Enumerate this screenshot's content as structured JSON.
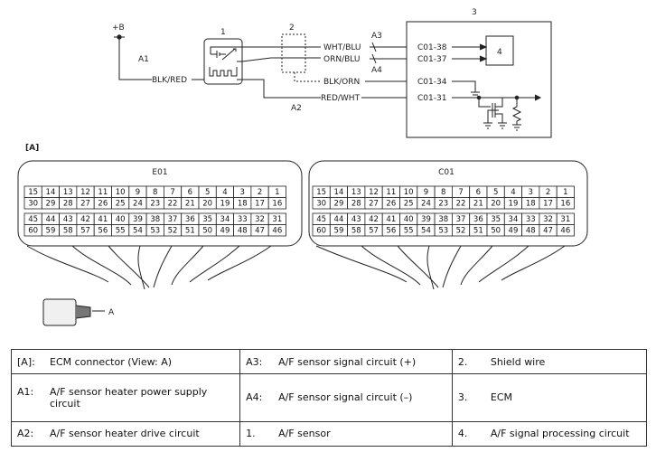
{
  "diagram": {
    "b_plus": "+B",
    "labels": {
      "a1": "A1",
      "a2": "A2",
      "a3": "A3",
      "a4": "A4",
      "c1": "1",
      "c2": "2",
      "c3": "3",
      "c4": "4"
    },
    "wires": {
      "blk_red": "BLK/RED",
      "wht_blu": "WHT/BLU",
      "orn_blu": "ORN/BLU",
      "blk_orn": "BLK/ORN",
      "red_wht": "RED/WHT"
    },
    "terminals": {
      "t38": "C01-38",
      "t37": "C01-37",
      "t34": "C01-34",
      "t31": "C01-31"
    },
    "connector_section": "[A]",
    "view_label": "A",
    "connectors": [
      {
        "name": "E01",
        "rows": [
          [
            "15",
            "14",
            "13",
            "12",
            "11",
            "10",
            "9",
            "8",
            "7",
            "6",
            "5",
            "4",
            "3",
            "2",
            "1"
          ],
          [
            "30",
            "29",
            "28",
            "27",
            "26",
            "25",
            "24",
            "23",
            "22",
            "21",
            "20",
            "19",
            "18",
            "17",
            "16"
          ],
          [
            "45",
            "44",
            "43",
            "42",
            "41",
            "40",
            "39",
            "38",
            "37",
            "36",
            "35",
            "34",
            "33",
            "32",
            "31"
          ],
          [
            "60",
            "59",
            "58",
            "57",
            "56",
            "55",
            "54",
            "53",
            "52",
            "51",
            "50",
            "49",
            "48",
            "47",
            "46"
          ]
        ]
      },
      {
        "name": "C01",
        "rows": [
          [
            "15",
            "14",
            "13",
            "12",
            "11",
            "10",
            "9",
            "8",
            "7",
            "6",
            "5",
            "4",
            "3",
            "2",
            "1"
          ],
          [
            "30",
            "29",
            "28",
            "27",
            "26",
            "25",
            "24",
            "23",
            "22",
            "21",
            "20",
            "19",
            "18",
            "17",
            "16"
          ],
          [
            "45",
            "44",
            "43",
            "42",
            "41",
            "40",
            "39",
            "38",
            "37",
            "36",
            "35",
            "34",
            "33",
            "32",
            "31"
          ],
          [
            "60",
            "59",
            "58",
            "57",
            "56",
            "55",
            "54",
            "53",
            "52",
            "51",
            "50",
            "49",
            "48",
            "47",
            "46"
          ]
        ]
      }
    ]
  },
  "legend": [
    [
      {
        "key": "[A]:",
        "text": "ECM connector (View: A)"
      },
      {
        "key": "A3:",
        "text": "A/F sensor signal circuit (+)"
      },
      {
        "key": "2.",
        "text": "Shield wire"
      }
    ],
    [
      {
        "key": "A1:",
        "text": "A/F sensor heater power supply circuit"
      },
      {
        "key": "A4:",
        "text": "A/F sensor signal circuit (–)"
      },
      {
        "key": "3.",
        "text": "ECM"
      }
    ],
    [
      {
        "key": "A2:",
        "text": "A/F sensor heater drive circuit"
      },
      {
        "key": "1.",
        "text": "A/F sensor"
      },
      {
        "key": "4.",
        "text": "A/F signal processing circuit"
      }
    ]
  ]
}
